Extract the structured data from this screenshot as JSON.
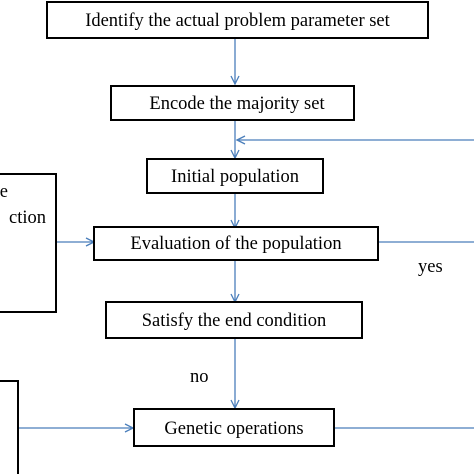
{
  "nodes": {
    "identify": {
      "label": "Identify the actual problem parameter set"
    },
    "encode": {
      "label": "Encode the majority set"
    },
    "initial": {
      "label": "Initial population"
    },
    "evaluation": {
      "label": "Evaluation of the population"
    },
    "satisfy": {
      "label": "Satisfy the end condition"
    },
    "genetic": {
      "label": "Genetic operations"
    },
    "left_cropped": {
      "line1": "e",
      "line2": "ction"
    }
  },
  "edge_labels": {
    "yes": "yes",
    "no": "no"
  },
  "colors": {
    "arrow": "#4a7ebb",
    "box_border": "#000000"
  }
}
